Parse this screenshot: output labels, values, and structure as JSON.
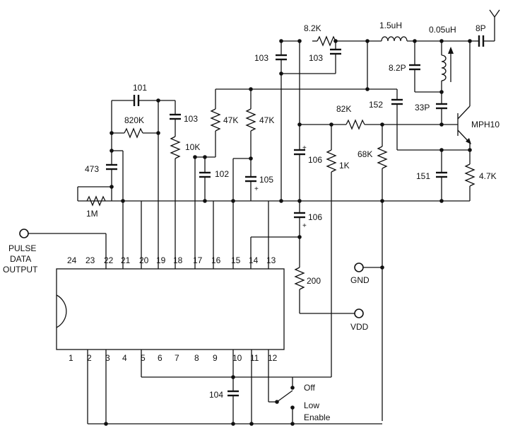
{
  "components": {
    "r_8k2": "8.2K",
    "l_1u5": "1.5uH",
    "l_005u": "0.05uH",
    "c_8p": "8P",
    "c_103a": "103",
    "c_103b": "103",
    "c_101": "101",
    "r_820k": "820K",
    "c_103c": "103",
    "r_47k_a": "47K",
    "r_47k_b": "47K",
    "c_152": "152",
    "r_82k": "82K",
    "c_8p2": "8.2P",
    "c_33p": "33P",
    "transistor": "MPH10",
    "r_10k": "10K",
    "c_106a": "106",
    "r_1k": "1K",
    "r_68k": "68K",
    "c_473": "473",
    "c_102": "102",
    "c_105": "105",
    "c_151": "151",
    "r_4k7": "4.7K",
    "r_1m": "1M",
    "c_106b": "106",
    "r_200": "200",
    "c_104": "104"
  },
  "polarity": {
    "plus": "+"
  },
  "terminals": {
    "pulse_line1": "PULSE",
    "pulse_line2": "DATA",
    "pulse_line3": "OUTPUT",
    "gnd": "GND",
    "vdd": "VDD"
  },
  "switch": {
    "off": "Off",
    "low_line1": "Low",
    "low_line2": "Enable"
  },
  "ic": {
    "top_pins": [
      "24",
      "23",
      "22",
      "21",
      "20",
      "19",
      "18",
      "17",
      "16",
      "15",
      "14",
      "13"
    ],
    "bottom_pins": [
      "1",
      "2",
      "3",
      "4",
      "5",
      "6",
      "7",
      "8",
      "9",
      "10",
      "11",
      "12"
    ]
  }
}
